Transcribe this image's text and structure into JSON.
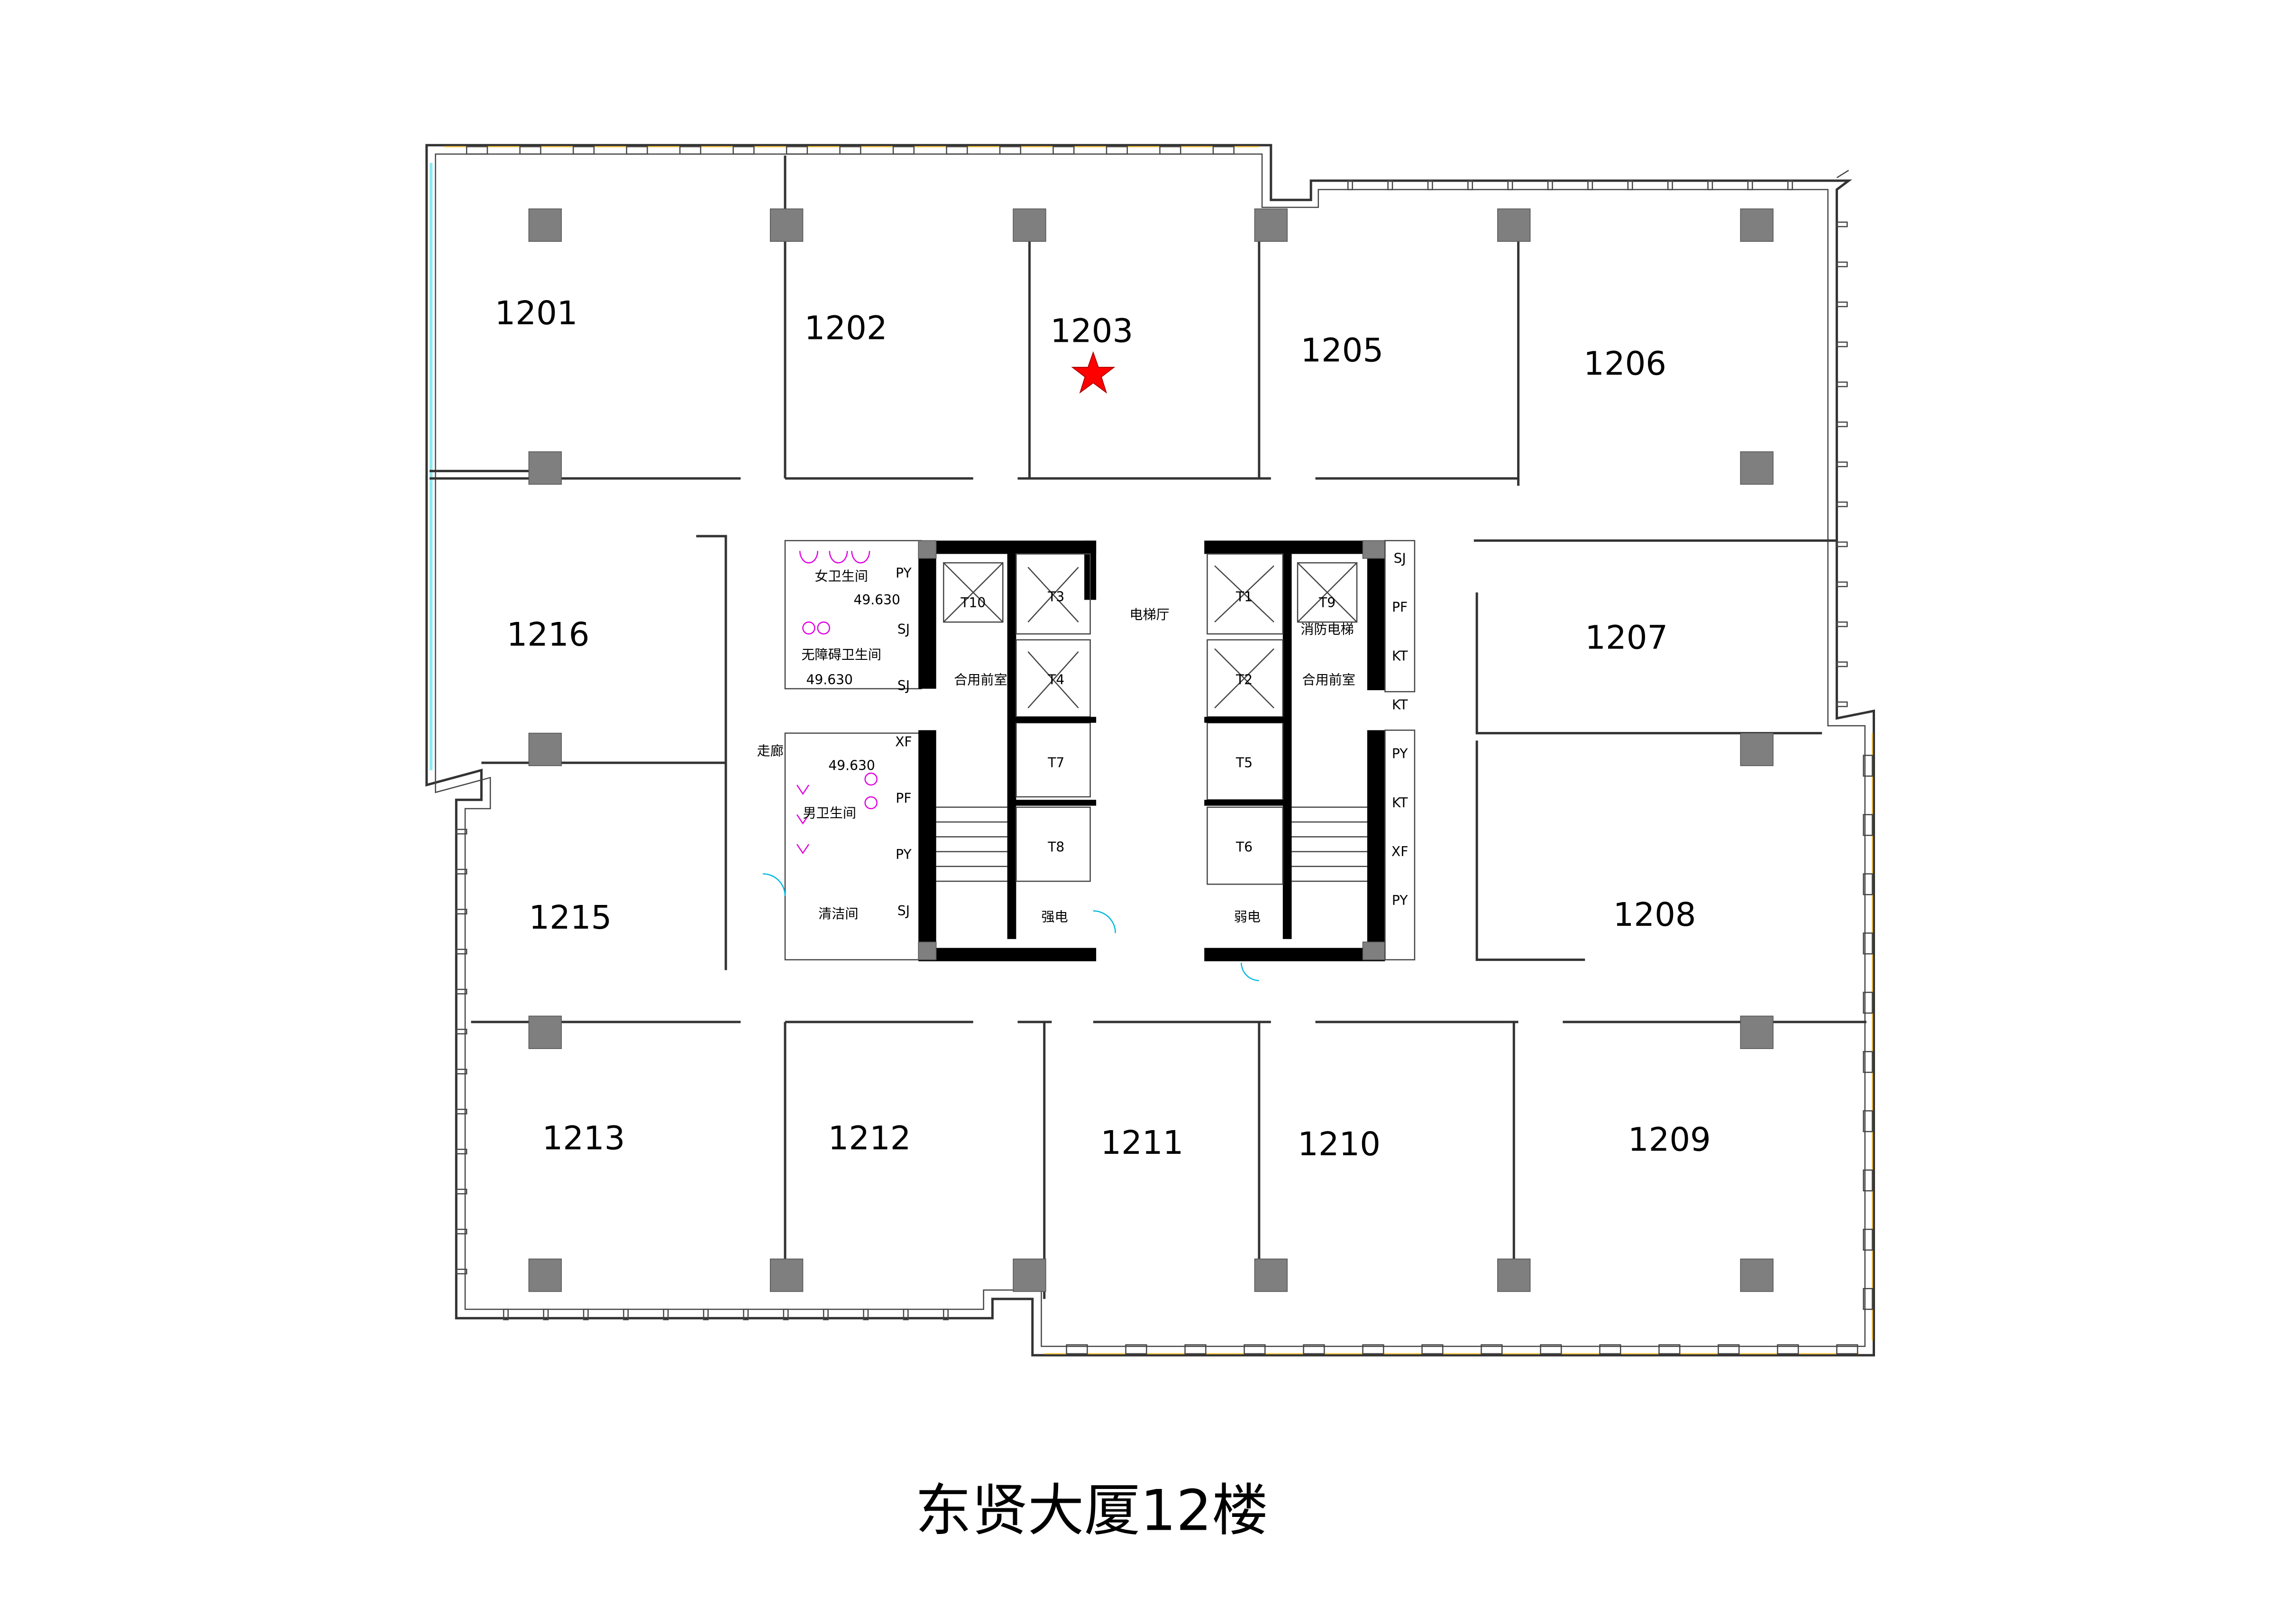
{
  "title": "东贤大厦12楼",
  "rooms": [
    {
      "label": "1201"
    },
    {
      "label": "1202"
    },
    {
      "label": "1203"
    },
    {
      "label": "1205"
    },
    {
      "label": "1206"
    },
    {
      "label": "1216"
    },
    {
      "label": "1207"
    },
    {
      "label": "1215"
    },
    {
      "label": "1208"
    },
    {
      "label": "1213"
    },
    {
      "label": "1212"
    },
    {
      "label": "1211"
    },
    {
      "label": "1210"
    },
    {
      "label": "1209"
    }
  ],
  "marker": {
    "room": "1203",
    "icon": "star-icon",
    "color": "#ff0000"
  },
  "core": {
    "elevators": [
      "T1",
      "T2",
      "T3",
      "T4",
      "T5",
      "T6",
      "T7",
      "T8",
      "T9",
      "T10"
    ],
    "lobby": "电梯厅",
    "anterooms": [
      "合用前室",
      "合用前室"
    ],
    "female_wc": "女卫生间",
    "male_wc": "男卫生间",
    "accessible_wc": "无障碍卫生间",
    "cleaning": "清洁间",
    "corridor": "走廊",
    "power_room_left": "强电",
    "power_room_right": "弱电",
    "elevations": [
      "49.630",
      "49.630",
      "49.630"
    ],
    "shafts_left": [
      "PY",
      "SJ",
      "SJ",
      "XF",
      "PF",
      "PY",
      "SJ"
    ],
    "shafts_right": [
      "SJ",
      "PF",
      "KT",
      "KT",
      "PY",
      "KT",
      "XF",
      "PY"
    ],
    "fire_elevator": "消防电梯"
  }
}
